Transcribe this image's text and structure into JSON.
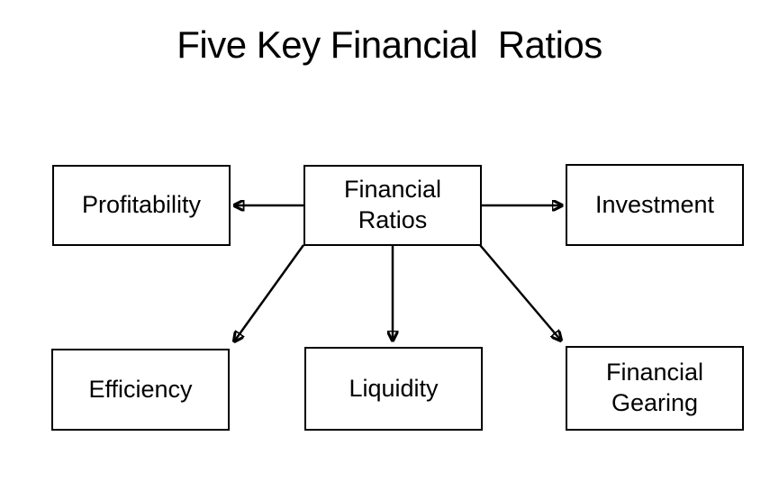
{
  "title": "Five Key Financial  Ratios",
  "colors": {
    "background": "#ffffff",
    "line": "#000000",
    "text": "#000000"
  },
  "diagram": {
    "center_node": {
      "id": "financial-ratios",
      "label": "Financial\nRatios"
    },
    "nodes": [
      {
        "id": "profitability",
        "label": "Profitability"
      },
      {
        "id": "investment",
        "label": "Investment"
      },
      {
        "id": "efficiency",
        "label": "Efficiency"
      },
      {
        "id": "liquidity",
        "label": "Liquidity"
      },
      {
        "id": "financial-gearing",
        "label": "Financial\nGearing"
      }
    ],
    "edges": [
      {
        "from": "financial-ratios",
        "to": "profitability",
        "direction": "left"
      },
      {
        "from": "financial-ratios",
        "to": "investment",
        "direction": "right"
      },
      {
        "from": "financial-ratios",
        "to": "efficiency",
        "direction": "down-left"
      },
      {
        "from": "financial-ratios",
        "to": "liquidity",
        "direction": "down"
      },
      {
        "from": "financial-ratios",
        "to": "financial-gearing",
        "direction": "down-right"
      }
    ]
  }
}
